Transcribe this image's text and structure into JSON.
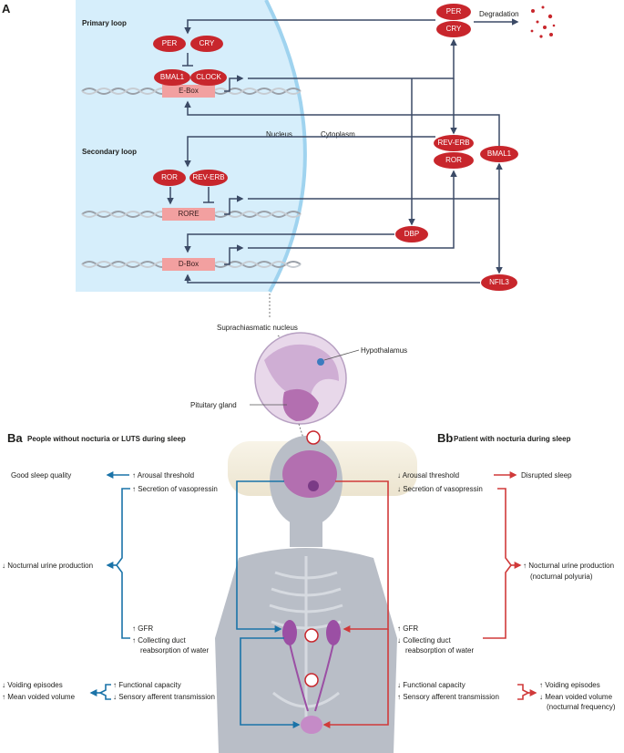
{
  "panel_a": {
    "label": "A",
    "primary_loop": "Primary loop",
    "secondary_loop": "Secondary loop",
    "nucleus": "Nucleus",
    "cytoplasm": "Cytoplasm",
    "degradation": "Degradation",
    "proteins": {
      "per": "PER",
      "cry": "CRY",
      "bmal1": "BMAL1",
      "clock": "CLOCK",
      "ror": "ROR",
      "rev_erb": "REV-ERB",
      "dbp": "DBP",
      "nfil3": "NFIL3"
    },
    "boxes": {
      "ebox": "E-Box",
      "rore": "RORE",
      "dbox": "D-Box"
    }
  },
  "brain": {
    "scn": "Suprachiasmatic nucleus",
    "hypothalamus": "Hypothalamus",
    "pituitary": "Pituitary gland"
  },
  "panel_ba": {
    "label": "Ba",
    "title": "People without nocturia or LUTS during sleep",
    "good_sleep": "Good sleep quality",
    "arousal": "↑ Arousal threshold",
    "vasopressin": "↑ Secretion of vasopressin",
    "urine": "↓ Nocturnal urine production",
    "gfr": "↑ GFR",
    "duct1": "↑ Collecting duct",
    "duct2": "reabsorption of water",
    "voiding": "↓ Voiding episodes",
    "mean_voided": "↑ Mean voided volume",
    "functional": "↑ Functional capacity",
    "sensory": "↓ Sensory afferent transmission"
  },
  "panel_bb": {
    "label": "Bb",
    "title": "Patient with nocturia during sleep",
    "arousal": "↓ Arousal threshold",
    "vasopressin": "↓ Secretion of vasopressin",
    "disrupted": "Disrupted sleep",
    "urine1": "↑ Nocturnal urine production",
    "urine2": "(nocturnal polyuria)",
    "gfr": "↑ GFR",
    "duct1": "↓ Collecting duct",
    "duct2": "reabsorption of water",
    "functional": "↓ Functional capacity",
    "sensory": "↑ Sensory afferent transmission",
    "voiding": "↑ Voiding episodes",
    "mean_voided1": "↓ Mean voided volume",
    "mean_voided2": "(nocturnal frequency)"
  },
  "colors": {
    "nucleus_fill": "#d6eefb",
    "pill": "#c8262c",
    "box": "#f2a0a0",
    "blue_line": "#1a73a8",
    "red_line": "#d03a3a",
    "body": "#b9bec7",
    "brain": "#b36fb0"
  }
}
